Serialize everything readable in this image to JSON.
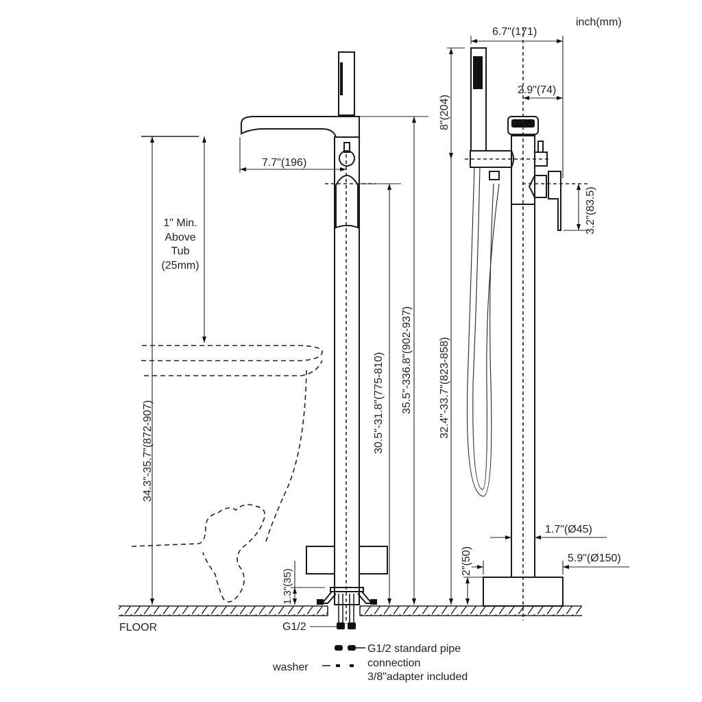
{
  "units_label": "inch(mm)",
  "floor_label": "FLOOR",
  "dimensions": {
    "spout_reach": "7.7\"(196)",
    "above_tub": [
      "1\" Min.",
      "Above",
      "Tub",
      "(25mm)"
    ],
    "tub_rim_height": "34.3\"-35.7\"(872-907)",
    "spout_height": "30.5\"-31.8\"(775-810)",
    "total_height_front": "35.5\"-336.8\"(902-937)",
    "total_height_side": "32.4\"-33.7\"(823-858)",
    "handshower_height": "8\"(204)",
    "overall_depth": "6.7\"(171)",
    "handle_offset": "2.9\"(74)",
    "handle_length": "3.2\"(83.5)",
    "pipe_diameter": "1.7\"(Ø45)",
    "base_diameter": "5.9\"(Ø150)",
    "base_height": "2\"(50)",
    "flange_height": "1.3\"(35)"
  },
  "connection": {
    "label": "G1/2",
    "legend_pipe": "G1/2 standard pipe",
    "legend_connection": "connection",
    "legend_adapter": "3/8\"adapter included",
    "legend_washer": "washer"
  }
}
